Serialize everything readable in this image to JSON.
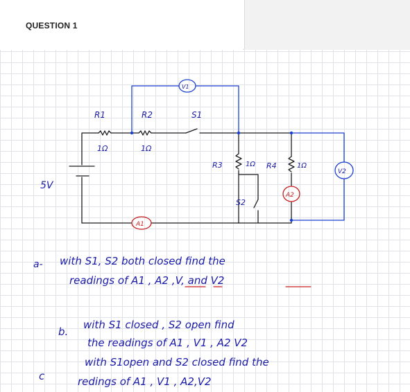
{
  "header": {
    "title": "QUESTION 1"
  },
  "circuit": {
    "battery_label": "5V",
    "r1_label": "R1",
    "r1_value": "1Ω",
    "r2_label": "R2",
    "r2_value": "1Ω",
    "s1_label": "S1",
    "v1_label": "V1",
    "r3_label": "R3",
    "r3_value": "1Ω",
    "r4_label": "R4",
    "r4_value": "1Ω",
    "s2_label": "S2",
    "a1_label": "A1",
    "a2_label": "A2",
    "v2_label": "V2"
  },
  "questions": {
    "a_marker": "a-",
    "a_line1": "with S1, S2 both closed find the",
    "a_line2": "readings of A1 , A2 ,V, and V2",
    "b_marker": "b.",
    "b_line1": "with S1 closed , S2 open find",
    "b_line2": "the readings of A1 , V1 , A2 V2",
    "c_marker": "c",
    "c_line1": "with S1open and S2 closed find the",
    "c_line2": "redings of A1 , V1 , A2,V2"
  },
  "colors": {
    "ink_black": "#1b1b1b",
    "ink_blue": "#1a3fd0",
    "ink_red": "#c81e1e",
    "text_blue": "#1a1aa8"
  }
}
